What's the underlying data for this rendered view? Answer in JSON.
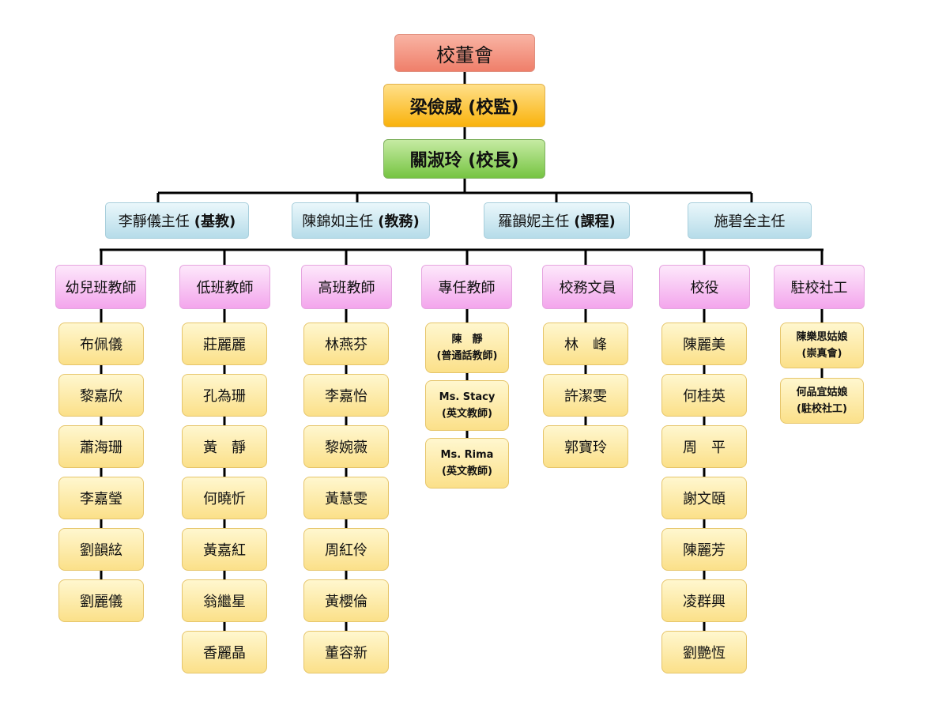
{
  "top": {
    "board": "校董會",
    "supervisor": "梁儉威 (校監)",
    "principal": "關淑玲 (校長)"
  },
  "directors": [
    {
      "name": "李靜儀主任",
      "role": "(基教)"
    },
    {
      "name": "陳錦如主任",
      "role": "(教務)"
    },
    {
      "name": "羅韻妮主任",
      "role": "(課程)"
    },
    {
      "name": "施碧全主任",
      "role": ""
    }
  ],
  "departments": [
    {
      "title": "幼兒班教師",
      "members": [
        "布佩儀",
        "黎嘉欣",
        "蕭海珊",
        "李嘉瑩",
        "劉韻絃",
        "劉麗儀"
      ]
    },
    {
      "title": "低班教師",
      "members": [
        "莊麗麗",
        "孔為珊",
        "黃　靜",
        "何曉忻",
        "黃嘉紅",
        "翁繼星",
        "香麗晶"
      ]
    },
    {
      "title": "高班教師",
      "members": [
        "林燕芬",
        "李嘉怡",
        "黎婉薇",
        "黃慧雯",
        "周紅伶",
        "黃櫻倫",
        "董容新"
      ]
    },
    {
      "title": "專任教師",
      "members": [
        {
          "name": "陳　靜",
          "note": "(普通話教師)"
        },
        {
          "name": "Ms. Stacy",
          "note": "(英文教師)"
        },
        {
          "name": "Ms. Rima",
          "note": "(英文教師)"
        }
      ]
    },
    {
      "title": "校務文員",
      "members": [
        "林　峰",
        "許潔雯",
        "郭寶玲"
      ]
    },
    {
      "title": "校役",
      "members": [
        "陳麗美",
        "何桂英",
        "周　平",
        "謝文頤",
        "陳麗芳",
        "凌群興",
        "劉艷恆"
      ]
    },
    {
      "title": "駐校社工",
      "members": [
        {
          "name": "陳樂思姑娘",
          "note": "(崇真會)"
        },
        {
          "name": "何品宜姑娘",
          "note": "(駐校社工)"
        }
      ]
    }
  ],
  "colors": {
    "board": "#ef7f6a",
    "supervisor": "#f9b20c",
    "principal": "#76c442",
    "director": "#b6dce9",
    "department": "#f3a5ec",
    "staff": "#fbe089",
    "connector": "#000000"
  }
}
